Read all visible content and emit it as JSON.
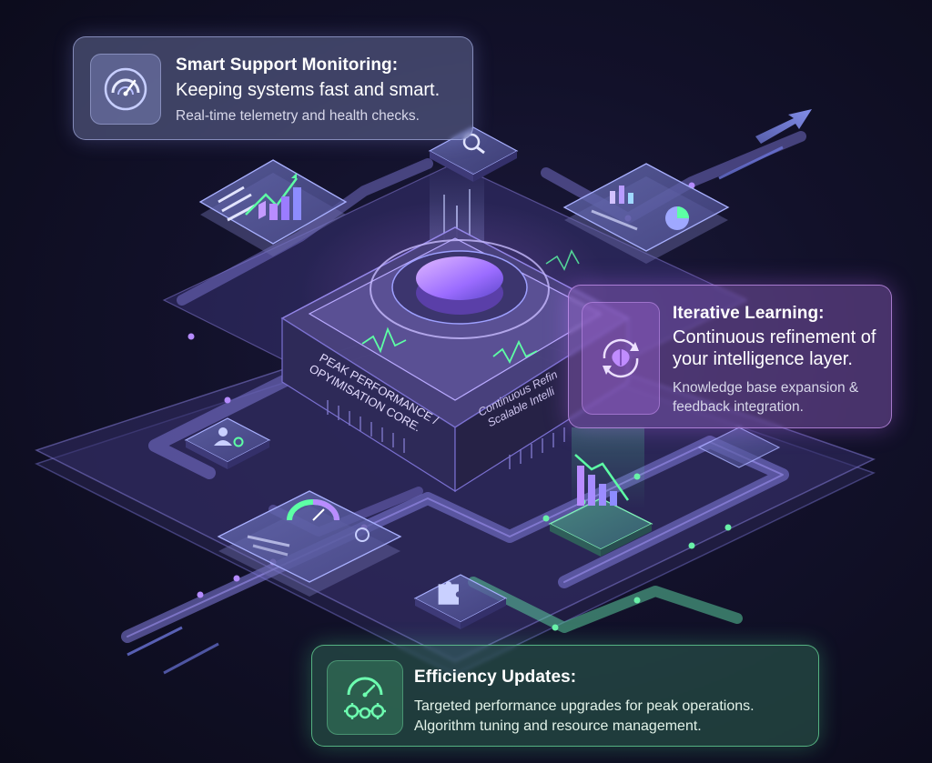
{
  "callouts": {
    "monitoring": {
      "title": "Smart Support Monitoring:",
      "lead": "Keeping systems fast and smart.",
      "detail": "Real-time telemetry and health checks.",
      "icon": "gauge-icon"
    },
    "learning": {
      "title": "Iterative Learning:",
      "lead": "Continuous refinement of your intelligence layer.",
      "detail": "Knowledge base expansion & feedback integration.",
      "icon": "brain-cycle-icon"
    },
    "efficiency": {
      "title": "Efficiency Updates:",
      "lead": "Targeted performance upgrades for peak operations.",
      "detail": "Algorithm tuning and resource management.",
      "icon": "gauge-gears-icon"
    }
  },
  "core": {
    "left_label_line1": "PEAK PERFORMANCE /",
    "left_label_line2": "OPYIMISATION CORE.",
    "right_label_line1": "Continuous Refin",
    "right_label_line2": "Scalable Intelli"
  },
  "modules": [
    {
      "name": "growth-chart-module",
      "icon": "bar-chart-trend-icon"
    },
    {
      "name": "search-module",
      "icon": "search-icon"
    },
    {
      "name": "analytics-module",
      "icon": "pie-chart-icon"
    },
    {
      "name": "user-settings-module",
      "icon": "user-gear-icon"
    },
    {
      "name": "gauge-dashboard-module",
      "icon": "gauge-icon"
    },
    {
      "name": "declining-chart-module",
      "icon": "bar-chart-decline-icon"
    },
    {
      "name": "integration-module",
      "icon": "puzzle-icon"
    }
  ],
  "colors": {
    "background": "#12112a",
    "purple_accent": "#b07cff",
    "green_accent": "#5de8a0",
    "blue_accent": "#8fa0ff"
  }
}
